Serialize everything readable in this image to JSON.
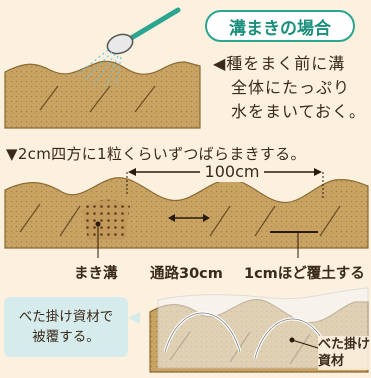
{
  "badge": "溝まきの場合",
  "note": [
    "◀種をまく前に溝",
    "全体にたっぷり",
    "水をまいておく。"
  ],
  "instruction": "▼2cm四方に1粒くらいずつばらまきする。",
  "measure_100": "100cm",
  "labels": {
    "sowing_furrow": "まき溝",
    "aisle": "通路30cm",
    "cover_soil": "1cmほど覆土する"
  },
  "callout": [
    "べた掛け資材で",
    "被覆する。"
  ],
  "material_label": [
    "べた掛け",
    "資材"
  ],
  "colors": {
    "soil": "#c8a46a",
    "soil_dark": "#a98548",
    "teal": "#2aa58f",
    "callout_bg": "#d6ecec"
  }
}
